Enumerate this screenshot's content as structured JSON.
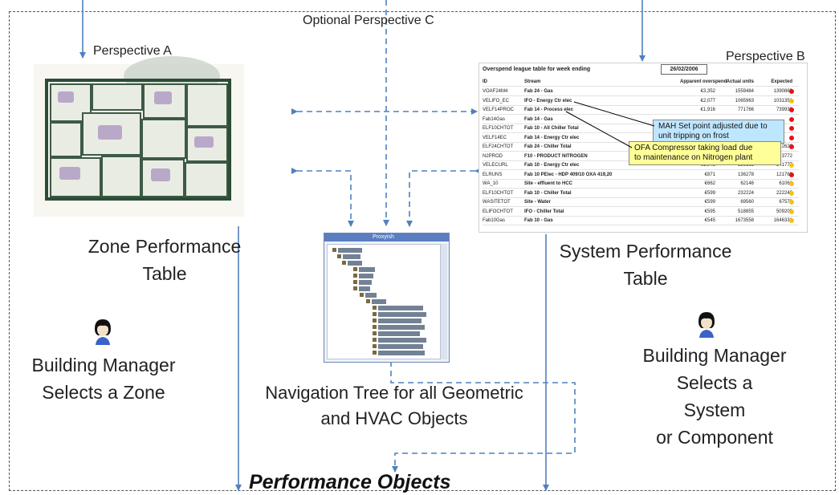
{
  "labels": {
    "optional_perspective_c": "Optional Perspective C",
    "perspective_a": "Perspective A",
    "perspective_b": "Perspective B",
    "zone_table": "Zone Performance\nTable",
    "system_table": "System Performance\nTable",
    "nav_tree": "Navigation Tree for all Geometric\nand HVAC Objects",
    "manager_zone": "Building Manager\nSelects a Zone",
    "manager_system": "Building Manager\nSelects a\nSystem\nor Component",
    "performance_objects": "Performance Objects"
  },
  "overspend_table": {
    "title": "Overspend league table for week ending",
    "date": "26/02/2006",
    "headers": [
      "ID",
      "Stream",
      "Apparent overspend",
      "Actual units",
      "Expected"
    ],
    "rows": [
      {
        "id": "VOAF24M4",
        "stream": "Fab 24 - Gas",
        "overspend": "€3,352",
        "actual": "1559484",
        "expected": "1390869",
        "status": "red"
      },
      {
        "id": "VELIFO_EC",
        "stream": "IFO - Energy Ctr elec",
        "overspend": "€2,077",
        "actual": "1065963",
        "expected": "1031351",
        "status": "yellow"
      },
      {
        "id": "VELF14PROC",
        "stream": "Fab 14 - Process elec",
        "overspend": "€1,916",
        "actual": "771766",
        "expected": "739938",
        "status": "red"
      },
      {
        "id": "Fab14Gas",
        "stream": "Fab 14 - Gas",
        "overspend": "",
        "actual": "",
        "expected": "",
        "status": "red"
      },
      {
        "id": "ELF10CHTOT",
        "stream": "Fab 10 - All Chiller Total",
        "overspend": "",
        "actual": "",
        "expected": "",
        "status": "red"
      },
      {
        "id": "VELF14EC",
        "stream": "Fab 14 - Energy Ctr elec",
        "overspend": "",
        "actual": "",
        "expected": "",
        "status": "red"
      },
      {
        "id": "ELF24CHTOT",
        "stream": "Fab 24 - Chiller Total",
        "overspend": "",
        "actual": "",
        "expected": "2628",
        "status": "red"
      },
      {
        "id": "N2PROD",
        "stream": "F10 - PRODUCT NITROGEN",
        "overspend": "",
        "actual": "",
        "expected": "3772",
        "status": ""
      },
      {
        "id": "VELECURL",
        "stream": "Fab 10 - Energy Ctr elec",
        "overspend": "€1,043",
        "actual": "559162",
        "expected": "541777",
        "status": "yellow"
      },
      {
        "id": "ELRUNS",
        "stream": "Fab 10 PElec - HDP 409/10 OXA 419,20",
        "overspend": "€871",
        "actual": "136278",
        "expected": "121769",
        "status": "red"
      },
      {
        "id": "WA_10",
        "stream": "Site - effluent to HCC",
        "overspend": "€662",
        "actual": "62146",
        "expected": "61061",
        "status": "yellow"
      },
      {
        "id": "ELF10CHTOT",
        "stream": "Fab 10 - Chiller Total",
        "overspend": "€599",
        "actual": "232224",
        "expected": "222240",
        "status": "yellow"
      },
      {
        "id": "WASITETOT",
        "stream": "Site - Water",
        "overspend": "€599",
        "actual": "69560",
        "expected": "67578",
        "status": "yellow"
      },
      {
        "id": "ELIFOCHTOT",
        "stream": "IFO - Chiller Total",
        "overspend": "€595",
        "actual": "518855",
        "expected": "509209",
        "status": "yellow"
      },
      {
        "id": "Fab10Gas",
        "stream": "Fab 10 - Gas",
        "overspend": "€545",
        "actual": "1673558",
        "expected": "1646331",
        "status": "yellow"
      }
    ],
    "callout_1": "MAH Set point adjusted due to\nunit tripping on frost",
    "callout_2": "OFA Compressor taking load due\nto maintenance on Nitrogen plant"
  },
  "nav_window": {
    "title": "Proxyish"
  },
  "colors": {
    "arrow": "#4f81bd",
    "frame": "#555555",
    "status_red": "#e8101a",
    "status_yellow": "#f2c318",
    "callout_blue": "#bfe6ff",
    "callout_yellow": "#ffff99"
  }
}
